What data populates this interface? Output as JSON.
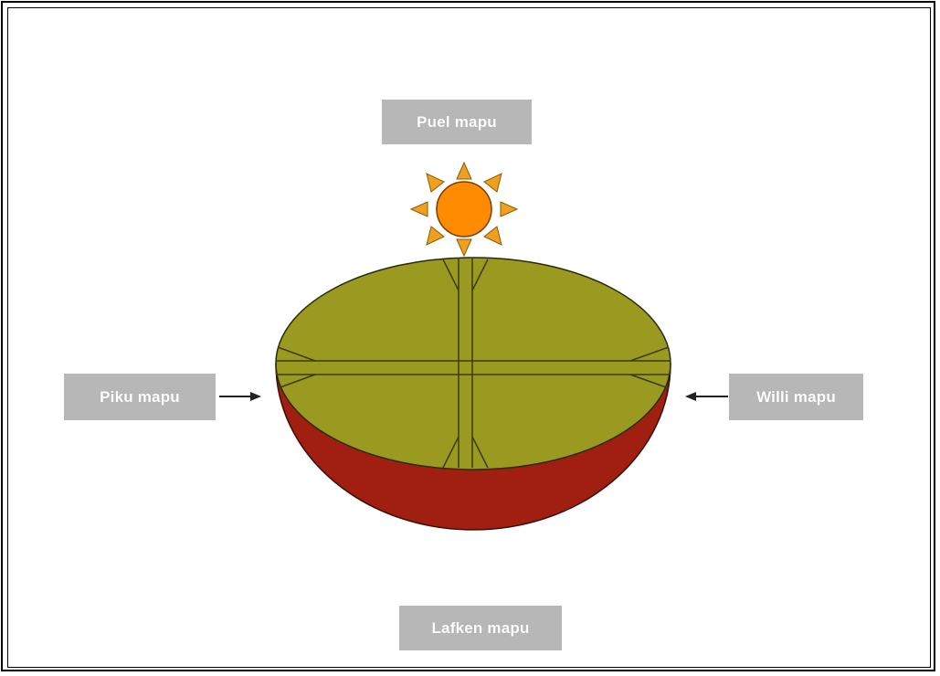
{
  "labels": {
    "north": "Puel mapu",
    "west": "Piku mapu",
    "east": "Willi mapu",
    "south": "Lafken mapu"
  },
  "colors": {
    "label_bg": "#b7b7b7",
    "label_text": "#ffffff",
    "earth_top": "#9a9a20",
    "earth_bottom": "#a11f10",
    "sun_fill": "#ff8c00",
    "sun_rays": "#f0a020"
  },
  "icons": {
    "sun": "sun-icon",
    "arrow_west": "arrow-right-icon",
    "arrow_east": "arrow-left-icon"
  }
}
